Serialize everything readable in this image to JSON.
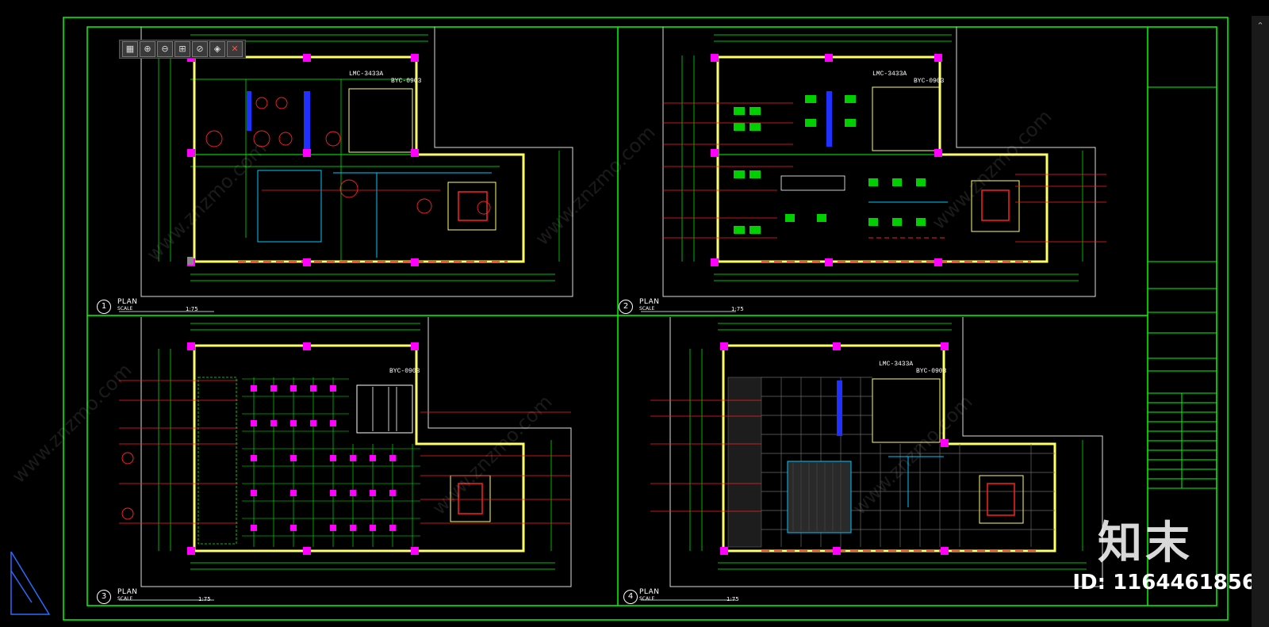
{
  "toolbar": {
    "icons": [
      "region-icon",
      "zoom-in-icon",
      "zoom-out-icon",
      "zoom-extent-icon",
      "pan-icon",
      "3d-view-icon",
      "close-icon"
    ],
    "glyphs": [
      "▦",
      "⊕",
      "⊖",
      "⊞",
      "⊘",
      "◈",
      "✕"
    ]
  },
  "plans": [
    {
      "num": "1",
      "title": "PLAN",
      "scale_label": "SCALE",
      "scale": "1:75"
    },
    {
      "num": "2",
      "title": "PLAN",
      "scale_label": "SCALE",
      "scale": "1:75"
    },
    {
      "num": "3",
      "title": "PLAN",
      "scale_label": "SCALE",
      "scale": "1:75"
    },
    {
      "num": "4",
      "title": "PLAN",
      "scale_label": "SCALE",
      "scale": "1:75"
    }
  ],
  "labels": {
    "lmc_1": "LMC-3433A",
    "byc_1": "BYC-0903",
    "lmc_2": "LMC-3433A",
    "byc_2": "BYC-0903",
    "byc_3": "BYC-0903",
    "lmc_4": "LMC-3433A",
    "byc_4": "BYC-0903"
  },
  "watermark": {
    "logo": "知末",
    "id": "ID: 1164461856",
    "diag": "www.znzmo.com"
  },
  "colors": {
    "frame": "#00ff00",
    "wall": "#ffff66",
    "dim": "#00ff00",
    "accent": "#ff00ff",
    "red": "#ff2020",
    "cyan": "#00c8ff"
  }
}
